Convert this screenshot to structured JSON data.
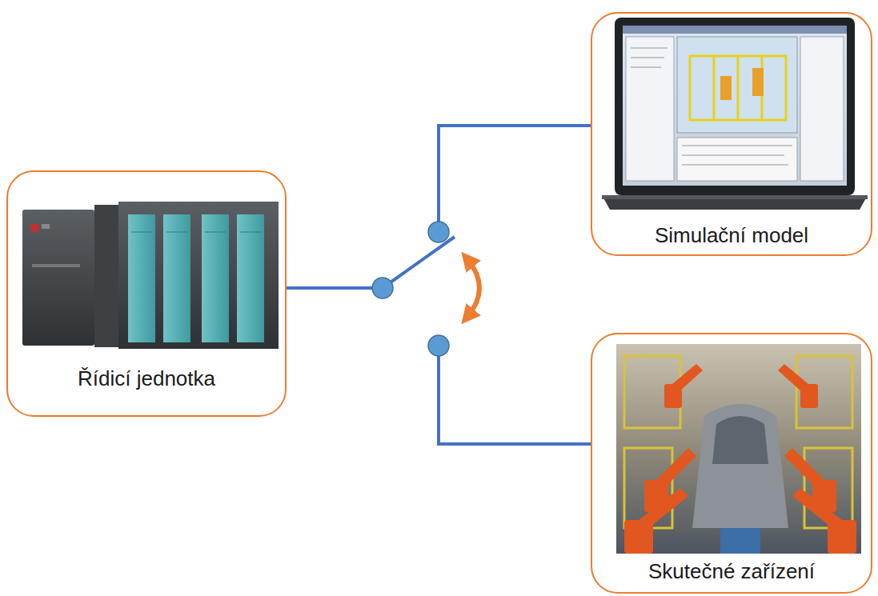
{
  "diagram": {
    "nodes": [
      {
        "text": [
          "Řídicí jednotka"
        ]
      },
      {
        "text": [
          "Simulační model"
        ]
      },
      {
        "text": [
          "Skutečné zařízení"
        ]
      }
    ],
    "edges": [
      {
        "from": 0,
        "to": 1,
        "arrow": "none"
      },
      {
        "from": 0,
        "to": 2,
        "arrow": "none"
      }
    ]
  }
}
